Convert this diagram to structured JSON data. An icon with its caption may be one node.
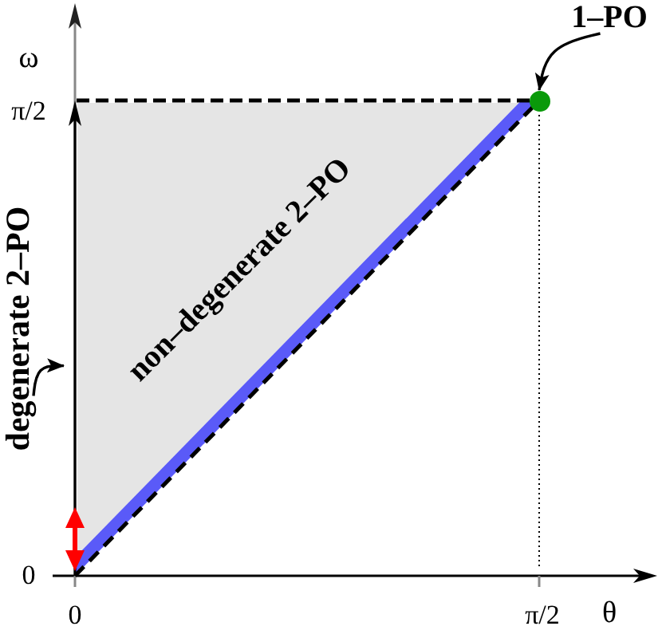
{
  "diagram": {
    "nodes": [
      {
        "text": [
          "1–PO"
        ]
      },
      {
        "text": [],
        "shape": "circle"
      },
      {
        "text": [
          "degenerate 2–PO"
        ]
      },
      {
        "text": [],
        "shape": "arrow"
      },
      {
        "text": [
          "non–degenerate 2–PO"
        ]
      }
    ],
    "edges": [
      {
        "from": 0,
        "to": 1,
        "arrow": "to"
      },
      {
        "from": 2,
        "to": 3,
        "arrow": "to"
      }
    ],
    "labels": [
      "ω",
      "π/2",
      "0",
      "0",
      "π/2",
      "θ"
    ]
  }
}
